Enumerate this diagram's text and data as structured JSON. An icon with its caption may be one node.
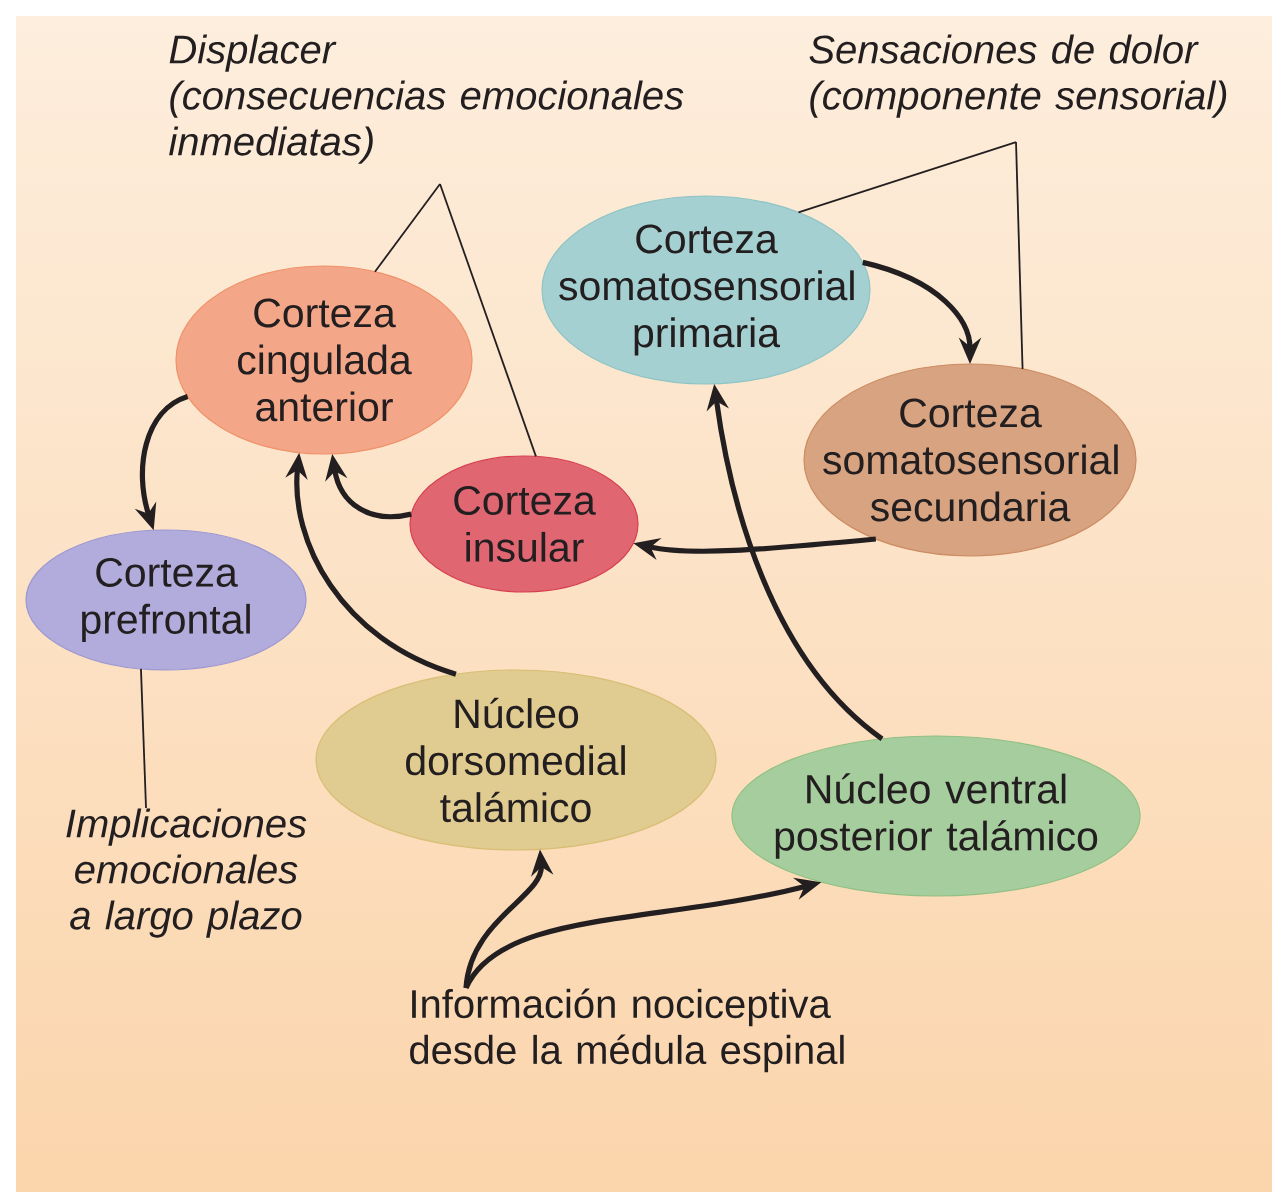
{
  "diagram": {
    "nodes": [
      {
        "text": [
          "Corteza cingulada anterior"
        ]
      },
      {
        "text": [
          "Corteza somatosensorial primaria"
        ]
      },
      {
        "text": [
          "Corteza somatosensorial secundaria"
        ]
      },
      {
        "text": [
          "Corteza insular"
        ]
      },
      {
        "text": [
          "Corteza prefrontal"
        ]
      },
      {
        "text": [
          "Núcleo dorsomedial talámico"
        ]
      },
      {
        "text": [
          "Núcleo ventral posterior talámico"
        ]
      },
      {
        "text": [
          "Displacer (consecuencias emocionales inmediatas)"
        ]
      },
      {
        "text": [
          "Sensaciones de dolor (componente sensorial)"
        ]
      },
      {
        "text": [
          "Implicaciones emocionales a largo plazo"
        ]
      },
      {
        "text": [
          "Información nociceptiva desde la médula espinal"
        ]
      }
    ],
    "edges": [
      {
        "from": 0,
        "to": 4,
        "arrow": "to"
      },
      {
        "from": 3,
        "to": 0,
        "arrow": "to"
      },
      {
        "from": 5,
        "to": 0,
        "arrow": "to"
      },
      {
        "from": 1,
        "to": 2,
        "arrow": "to"
      },
      {
        "from": 2,
        "to": 3,
        "arrow": "to"
      },
      {
        "from": 6,
        "to": 1,
        "arrow": "to"
      },
      {
        "from": 10,
        "to": 5,
        "arrow": "to"
      },
      {
        "from": 10,
        "to": 6,
        "arrow": "to"
      },
      {
        "from": 7,
        "to": 0,
        "arrow": "none"
      },
      {
        "from": 7,
        "to": 3,
        "arrow": "none"
      },
      {
        "from": 8,
        "to": 1,
        "arrow": "none"
      },
      {
        "from": 8,
        "to": 2,
        "arrow": "none"
      },
      {
        "from": 9,
        "to": 4,
        "arrow": "none"
      }
    ]
  }
}
